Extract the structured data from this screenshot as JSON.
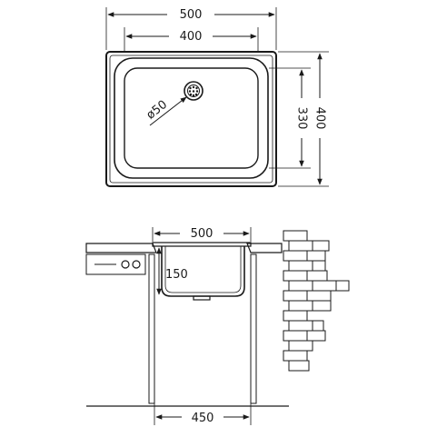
{
  "top_view": {
    "dims": {
      "overall_width": "500",
      "bowl_width": "400",
      "bowl_height": "330",
      "overall_height": "400",
      "drain_diameter": "ø50"
    }
  },
  "section_view": {
    "dims": {
      "top_width": "500",
      "bowl_depth": "150",
      "cabinet_width": "450"
    }
  },
  "colors": {
    "line": "#1a1a1a",
    "steel_fill": "#d9d9d9",
    "countertop_fill": "#e6e6e6"
  }
}
